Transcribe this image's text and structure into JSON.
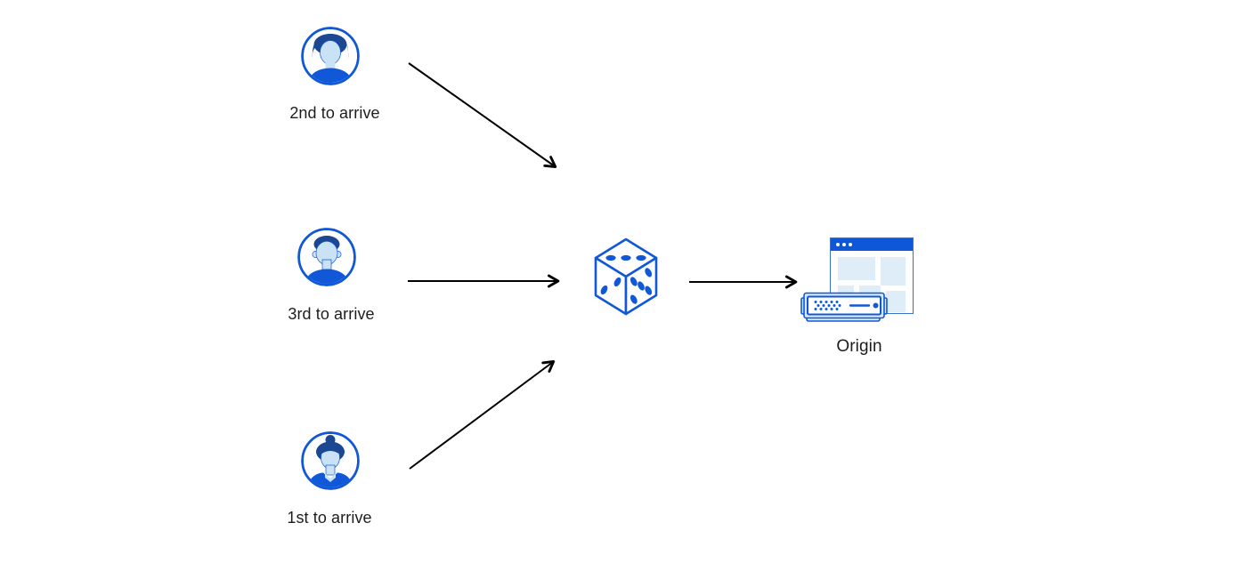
{
  "diagram": {
    "clients": [
      {
        "label": "2nd to arrive",
        "icon": "male-avatar-swept-hair-icon"
      },
      {
        "label": "3rd to arrive",
        "icon": "male-avatar-short-hair-icon"
      },
      {
        "label": "1st to arrive",
        "icon": "female-avatar-bun-icon"
      }
    ],
    "randomizer": {
      "icon": "dice-icon"
    },
    "origin": {
      "label": "Origin",
      "icon": "origin-server-icon"
    }
  },
  "colors": {
    "primary_blue": "#1158d9",
    "hair_navy": "#1b4793",
    "face_light_blue": "#c9e2f6",
    "window_block_blue": "#dfedf9",
    "server_light_blue": "#d5e9f9",
    "arrow_black": "#000000",
    "label_text": "#1d1d1f",
    "background": "#ffffff"
  }
}
